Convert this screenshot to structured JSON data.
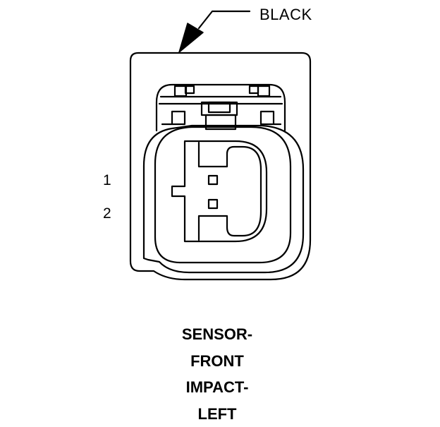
{
  "connector": {
    "color_label": "BLACK",
    "pins": [
      {
        "label": "1"
      },
      {
        "label": "2"
      }
    ],
    "name_lines": [
      "SENSOR-",
      "FRONT",
      "IMPACT-",
      "LEFT"
    ]
  },
  "colors": {
    "stroke": "#000000",
    "background": "#ffffff"
  }
}
